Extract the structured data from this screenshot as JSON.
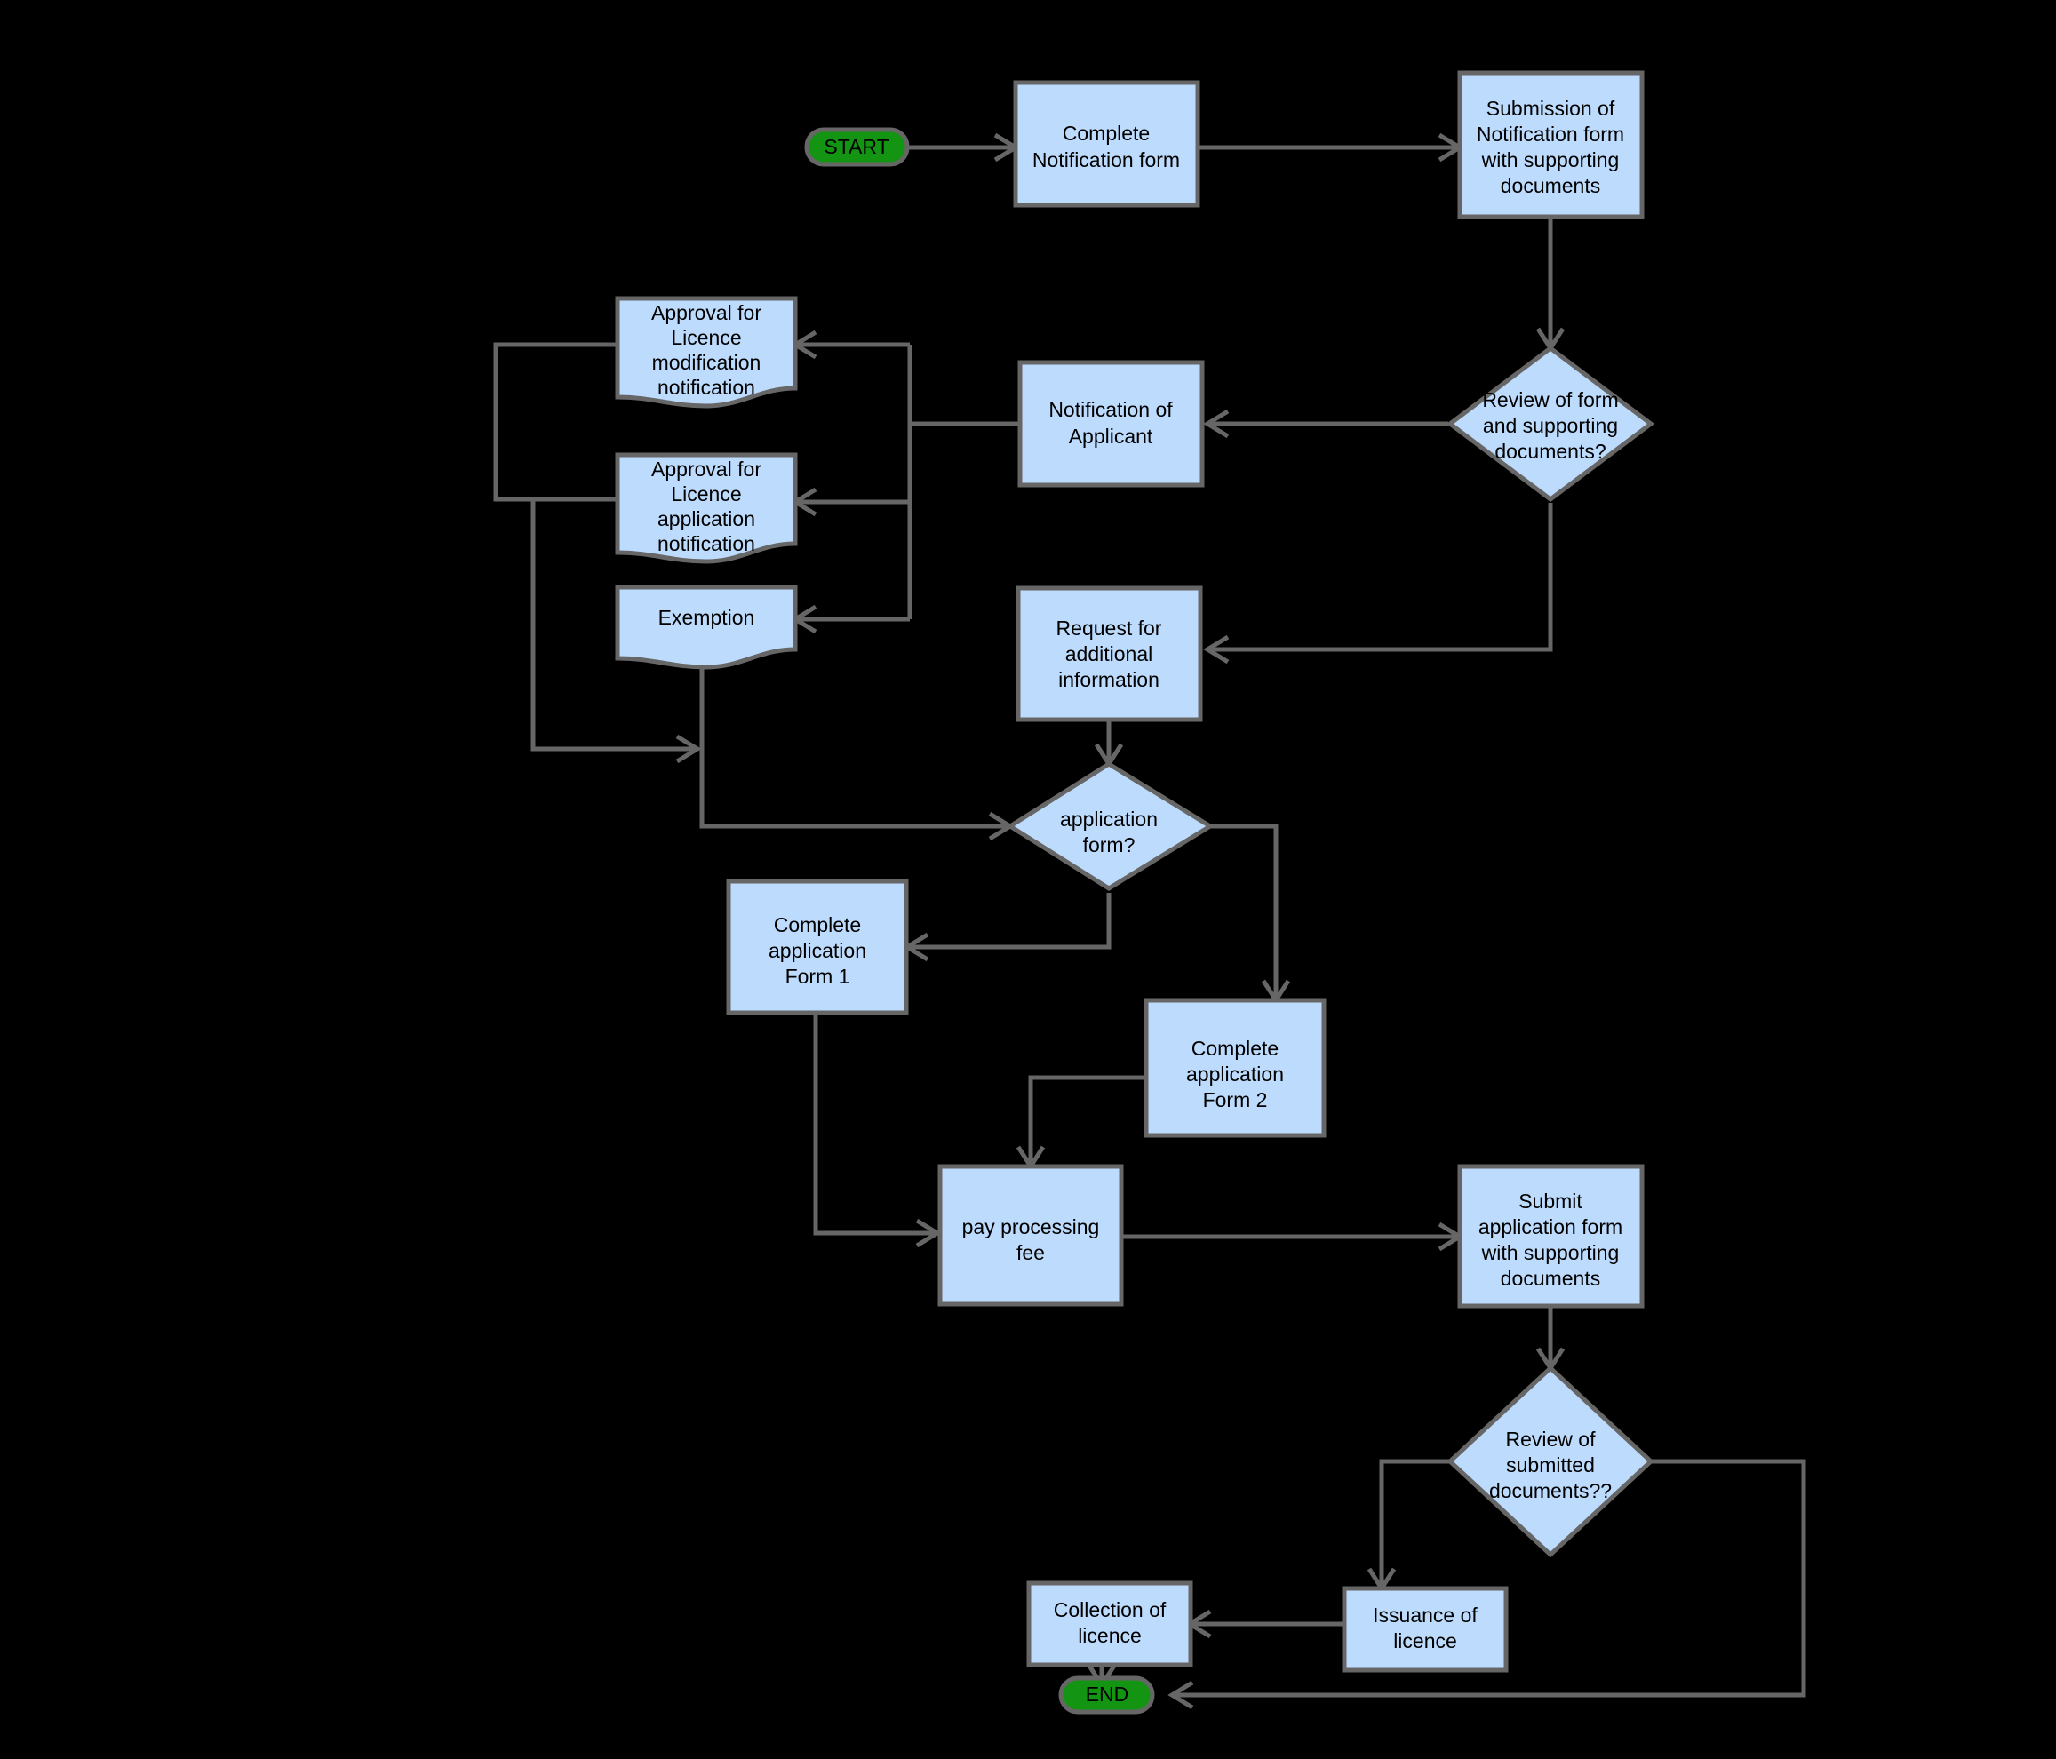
{
  "diagram": {
    "title": "Licence notification and application process flowchart",
    "background_color": "#000000",
    "node_fill_color": "#bddbfc",
    "node_stroke_color": "#666666",
    "terminator_fill_color": "#139413",
    "edge_color": "#666666",
    "text_color": "#000000"
  },
  "nodes": {
    "start": {
      "label": "START",
      "shape": "terminator"
    },
    "complete_notification_form": {
      "label_lines": [
        "Complete",
        "Notification form"
      ],
      "shape": "process"
    },
    "submission_notification": {
      "label_lines": [
        "Submission of",
        "Notification form",
        "with supporting",
        "documents"
      ],
      "shape": "process"
    },
    "review_form_decision": {
      "label_lines": [
        "Review of form",
        "and supporting",
        "documents?"
      ],
      "shape": "decision"
    },
    "notification_of_applicant": {
      "label_lines": [
        "Notification of",
        "Applicant"
      ],
      "shape": "process"
    },
    "approval_licence_modification": {
      "label_lines": [
        "Approval for",
        "Licence",
        "modification",
        "notification"
      ],
      "shape": "document"
    },
    "approval_licence_application": {
      "label_lines": [
        "Approval for",
        "Licence",
        "application",
        "notification"
      ],
      "shape": "document"
    },
    "exemption": {
      "label_lines": [
        "Exemption"
      ],
      "shape": "document"
    },
    "request_additional_info": {
      "label_lines": [
        "Request for",
        "additional",
        "information"
      ],
      "shape": "process"
    },
    "application_form_decision": {
      "label_lines": [
        "application",
        "form?"
      ],
      "shape": "decision"
    },
    "complete_application_form_1": {
      "label_lines": [
        "Complete",
        "application",
        "Form 1"
      ],
      "shape": "process"
    },
    "complete_application_form_2": {
      "label_lines": [
        "Complete",
        "application",
        "Form 2"
      ],
      "shape": "process"
    },
    "pay_processing_fee": {
      "label_lines": [
        "pay processing",
        "fee"
      ],
      "shape": "process"
    },
    "submit_application_form": {
      "label_lines": [
        "Submit",
        "application form",
        "with supporting",
        "documents"
      ],
      "shape": "process"
    },
    "review_submitted_decision": {
      "label_lines": [
        "Review of",
        "submitted",
        "documents??"
      ],
      "shape": "decision"
    },
    "issuance_of_licence": {
      "label_lines": [
        "Issuance of",
        "licence"
      ],
      "shape": "process"
    },
    "collection_of_licence": {
      "label_lines": [
        "Collection of",
        "licence"
      ],
      "shape": "process"
    },
    "end": {
      "label": "END",
      "shape": "terminator"
    }
  },
  "edges": [
    {
      "from": "start",
      "to": "complete_notification_form"
    },
    {
      "from": "complete_notification_form",
      "to": "submission_notification"
    },
    {
      "from": "submission_notification",
      "to": "review_form_decision"
    },
    {
      "from": "review_form_decision",
      "to": "notification_of_applicant"
    },
    {
      "from": "review_form_decision",
      "to": "request_additional_info"
    },
    {
      "from": "notification_of_applicant",
      "to": "approval_licence_modification"
    },
    {
      "from": "notification_of_applicant",
      "to": "approval_licence_application"
    },
    {
      "from": "notification_of_applicant",
      "to": "exemption"
    },
    {
      "from": "approval_licence_modification",
      "to": "application_form_decision"
    },
    {
      "from": "approval_licence_application",
      "to": "application_form_decision"
    },
    {
      "from": "exemption",
      "to": "application_form_decision"
    },
    {
      "from": "request_additional_info",
      "to": "application_form_decision"
    },
    {
      "from": "application_form_decision",
      "to": "complete_application_form_1"
    },
    {
      "from": "application_form_decision",
      "to": "complete_application_form_2"
    },
    {
      "from": "complete_application_form_1",
      "to": "pay_processing_fee"
    },
    {
      "from": "complete_application_form_2",
      "to": "pay_processing_fee"
    },
    {
      "from": "pay_processing_fee",
      "to": "submit_application_form"
    },
    {
      "from": "submit_application_form",
      "to": "review_submitted_decision"
    },
    {
      "from": "review_submitted_decision",
      "to": "issuance_of_licence"
    },
    {
      "from": "review_submitted_decision",
      "to": "end"
    },
    {
      "from": "issuance_of_licence",
      "to": "collection_of_licence"
    },
    {
      "from": "collection_of_licence",
      "to": "end"
    }
  ]
}
